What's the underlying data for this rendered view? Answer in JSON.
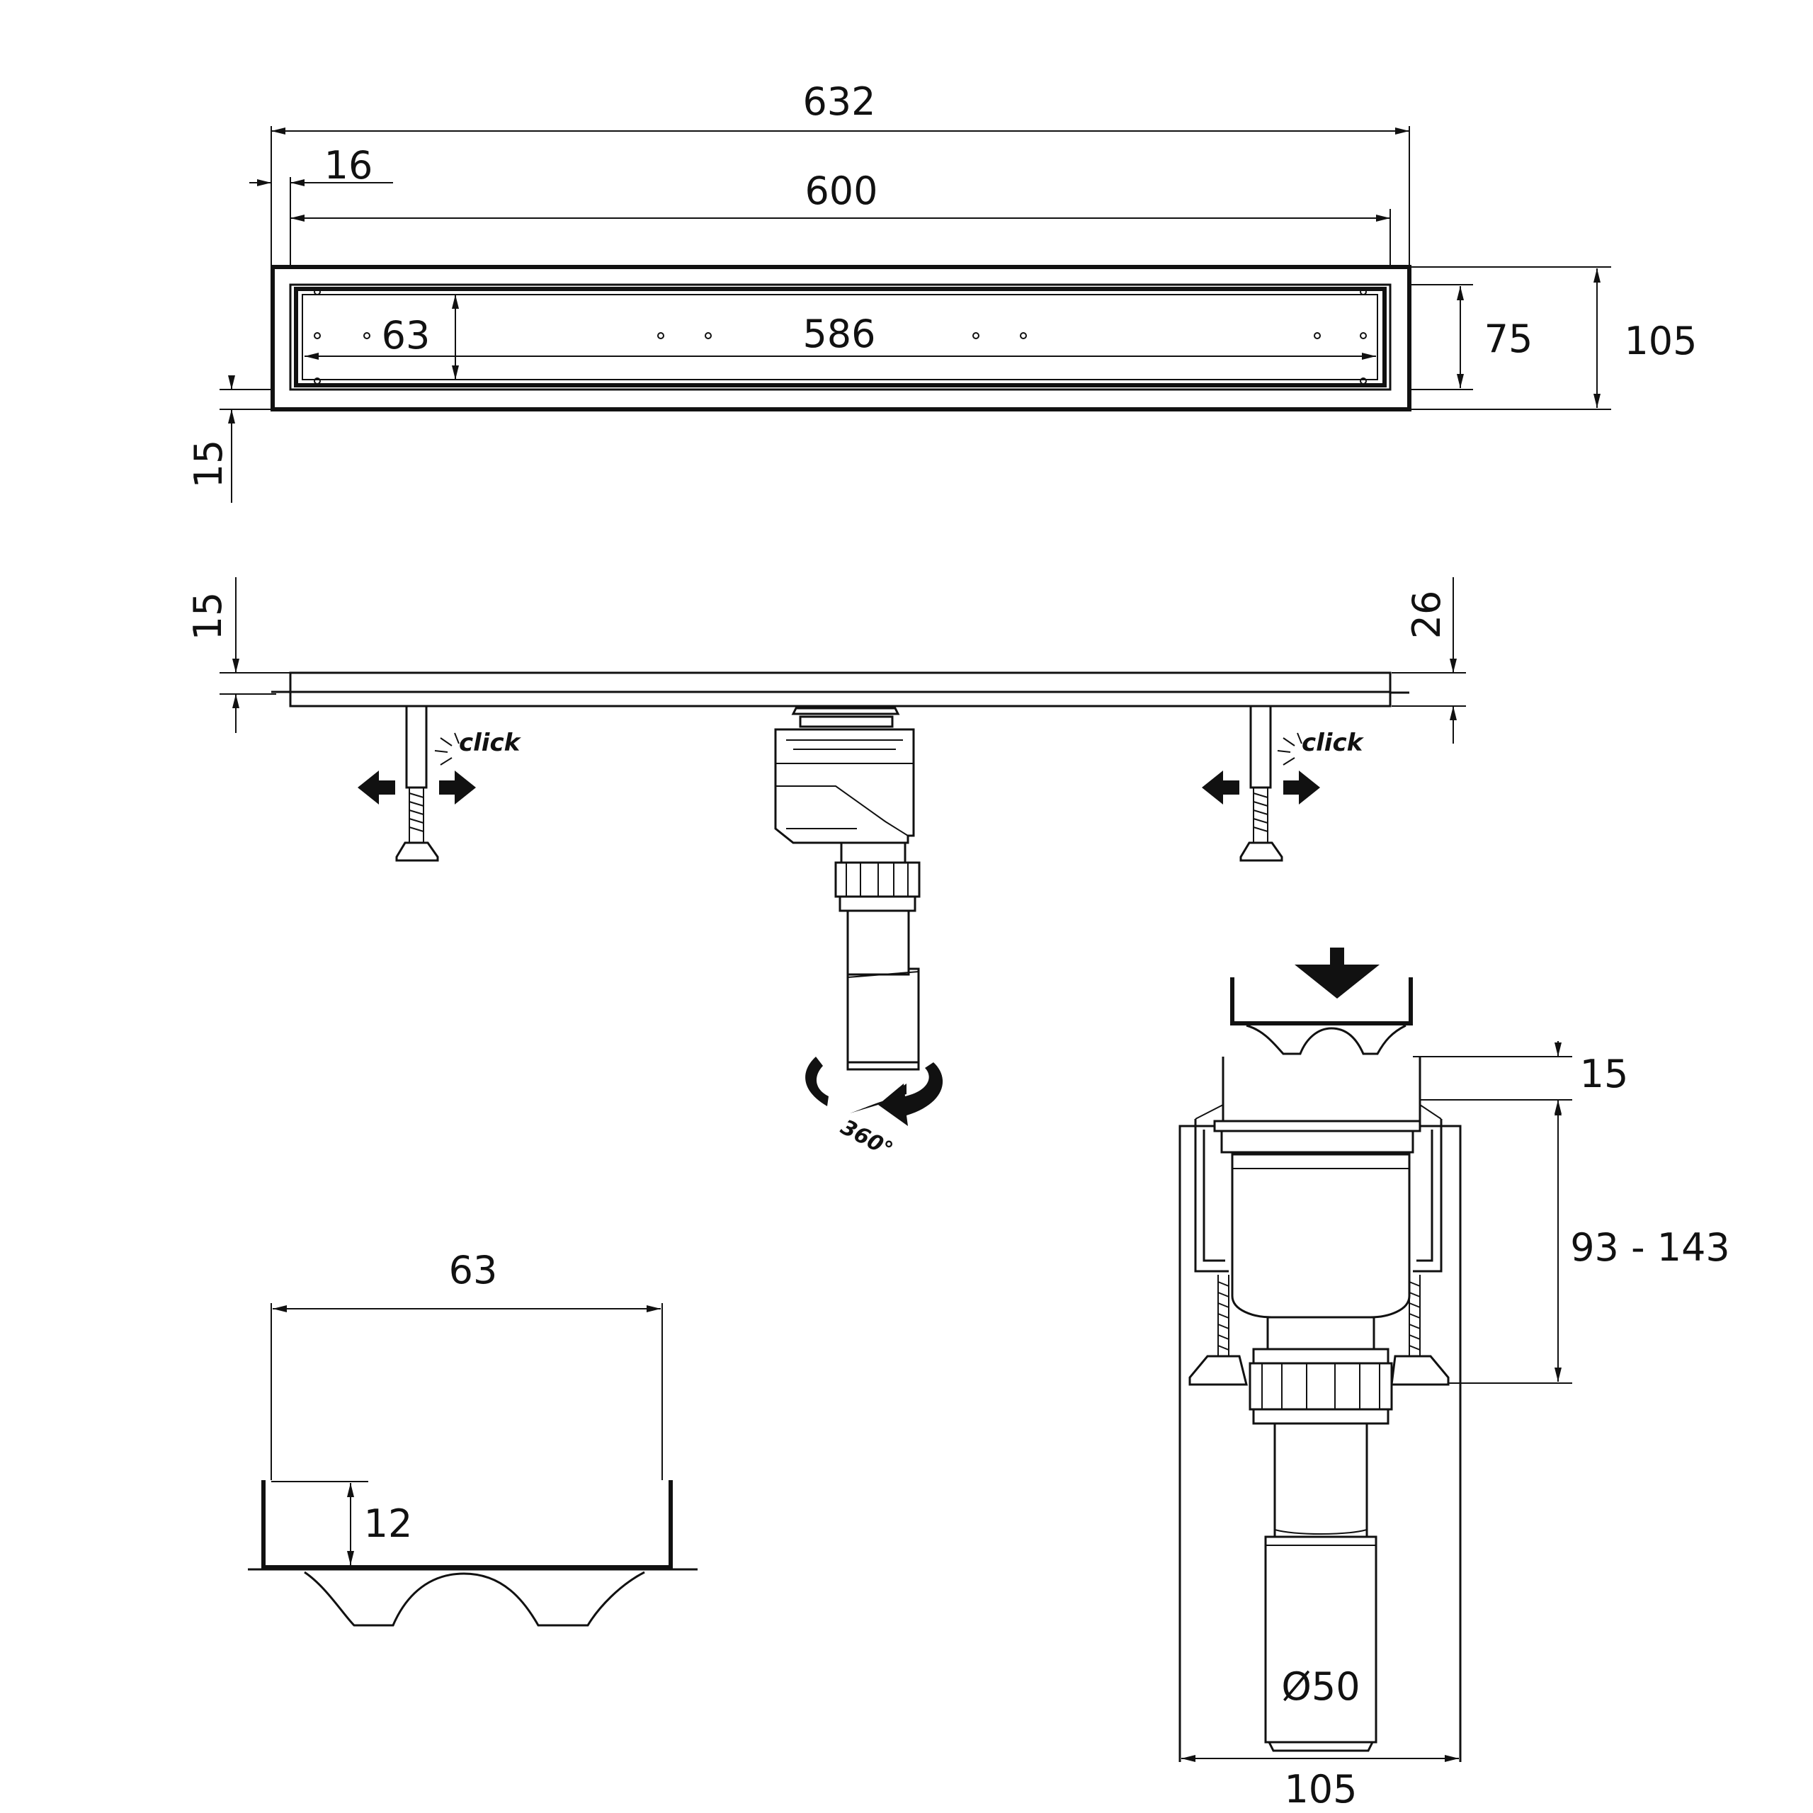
{
  "top_view": {
    "overall_length": "632",
    "flange": "16",
    "channel_length": "600",
    "grate_width": "63",
    "grate_length": "586",
    "inner_height": "75",
    "outer_height": "105",
    "offset": "15"
  },
  "side_view": {
    "left_height": "15",
    "right_height": "26",
    "click_label": "click",
    "rotation_label": "360°"
  },
  "grate_section": {
    "width": "63",
    "depth": "12"
  },
  "cross_section": {
    "top_offset": "15",
    "height_range": "93 - 143",
    "outlet_diameter": "Ø50",
    "width": "105"
  }
}
